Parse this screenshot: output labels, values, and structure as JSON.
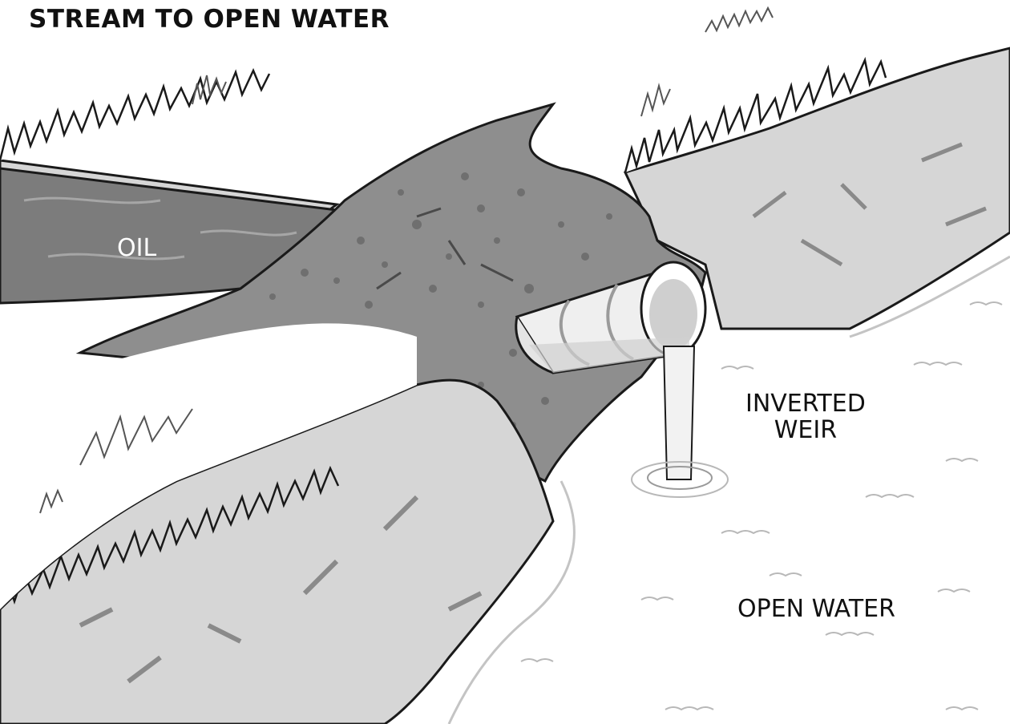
{
  "diagram": {
    "title": "STREAM TO OPEN WATER",
    "labels": {
      "oil": "OIL",
      "weir_line1": "INVERTED",
      "weir_line2": "WEIR",
      "open_water": "OPEN WATER"
    },
    "colors": {
      "background": "#ffffff",
      "bank": "#d6d6d6",
      "bank_shadow": "#9a9a9a",
      "dam": "#8e8e8e",
      "oil": "#7c7c7c",
      "pipe": "#efefef",
      "ink": "#1a1a1a"
    }
  }
}
